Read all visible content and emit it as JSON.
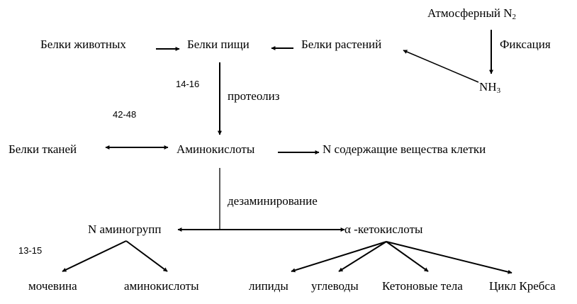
{
  "nodes": {
    "atm_n2": {
      "text": "Атмосферный N",
      "sub": "2"
    },
    "fixation": "Фиксация",
    "animal_proteins": "Белки животных",
    "food_proteins": "Белки пищи",
    "plant_proteins": "Белки растений",
    "nh3": {
      "text": "NH",
      "sub": "3"
    },
    "proteolysis": "протеолиз",
    "tissue_proteins": "Белки тканей",
    "amino_acids": "Аминокислоты",
    "n_substances": "N содержащие вещества клетки",
    "deamination": "дезаминирование",
    "n_amino_groups": "N аминогрупп",
    "keto_acids": "α -кетокислоты",
    "urea": "мочевина",
    "amino_acids_2": "аминокислоты",
    "lipids": "липиды",
    "carbohydrates": "углеводы",
    "ketone_bodies": "Кетоновые тела",
    "krebs_cycle": "Цикл Кребса"
  },
  "page_refs": {
    "ref_14_16": "14-16",
    "ref_42_48": "42-48",
    "ref_13_15": "13-15"
  },
  "colors": {
    "ink": "#000000",
    "background": "#ffffff"
  }
}
